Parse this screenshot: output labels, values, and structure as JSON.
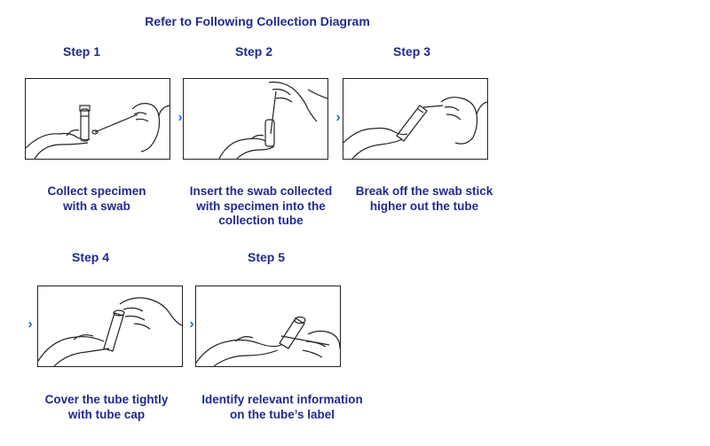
{
  "title": "Refer to Following Collection Diagram",
  "arrow_glyph": "›",
  "steps": [
    {
      "label": "Step 1",
      "caption": "Collect specimen\nwith a swab"
    },
    {
      "label": "Step 2",
      "caption": "Insert the swab collected\n  with specimen into the\ncollection tube"
    },
    {
      "label": "Step 3",
      "caption": "Break off the swab stick\nhigher out the tube"
    },
    {
      "label": "Step 4",
      "caption": "Cover the tube tightly\nwith tube cap"
    },
    {
      "label": "Step 5",
      "caption": "Identify relevant information\non the tube’s label"
    }
  ],
  "colors": {
    "text": "#1f2a8f",
    "arrow": "#2a6fd6",
    "line": "#222222"
  }
}
